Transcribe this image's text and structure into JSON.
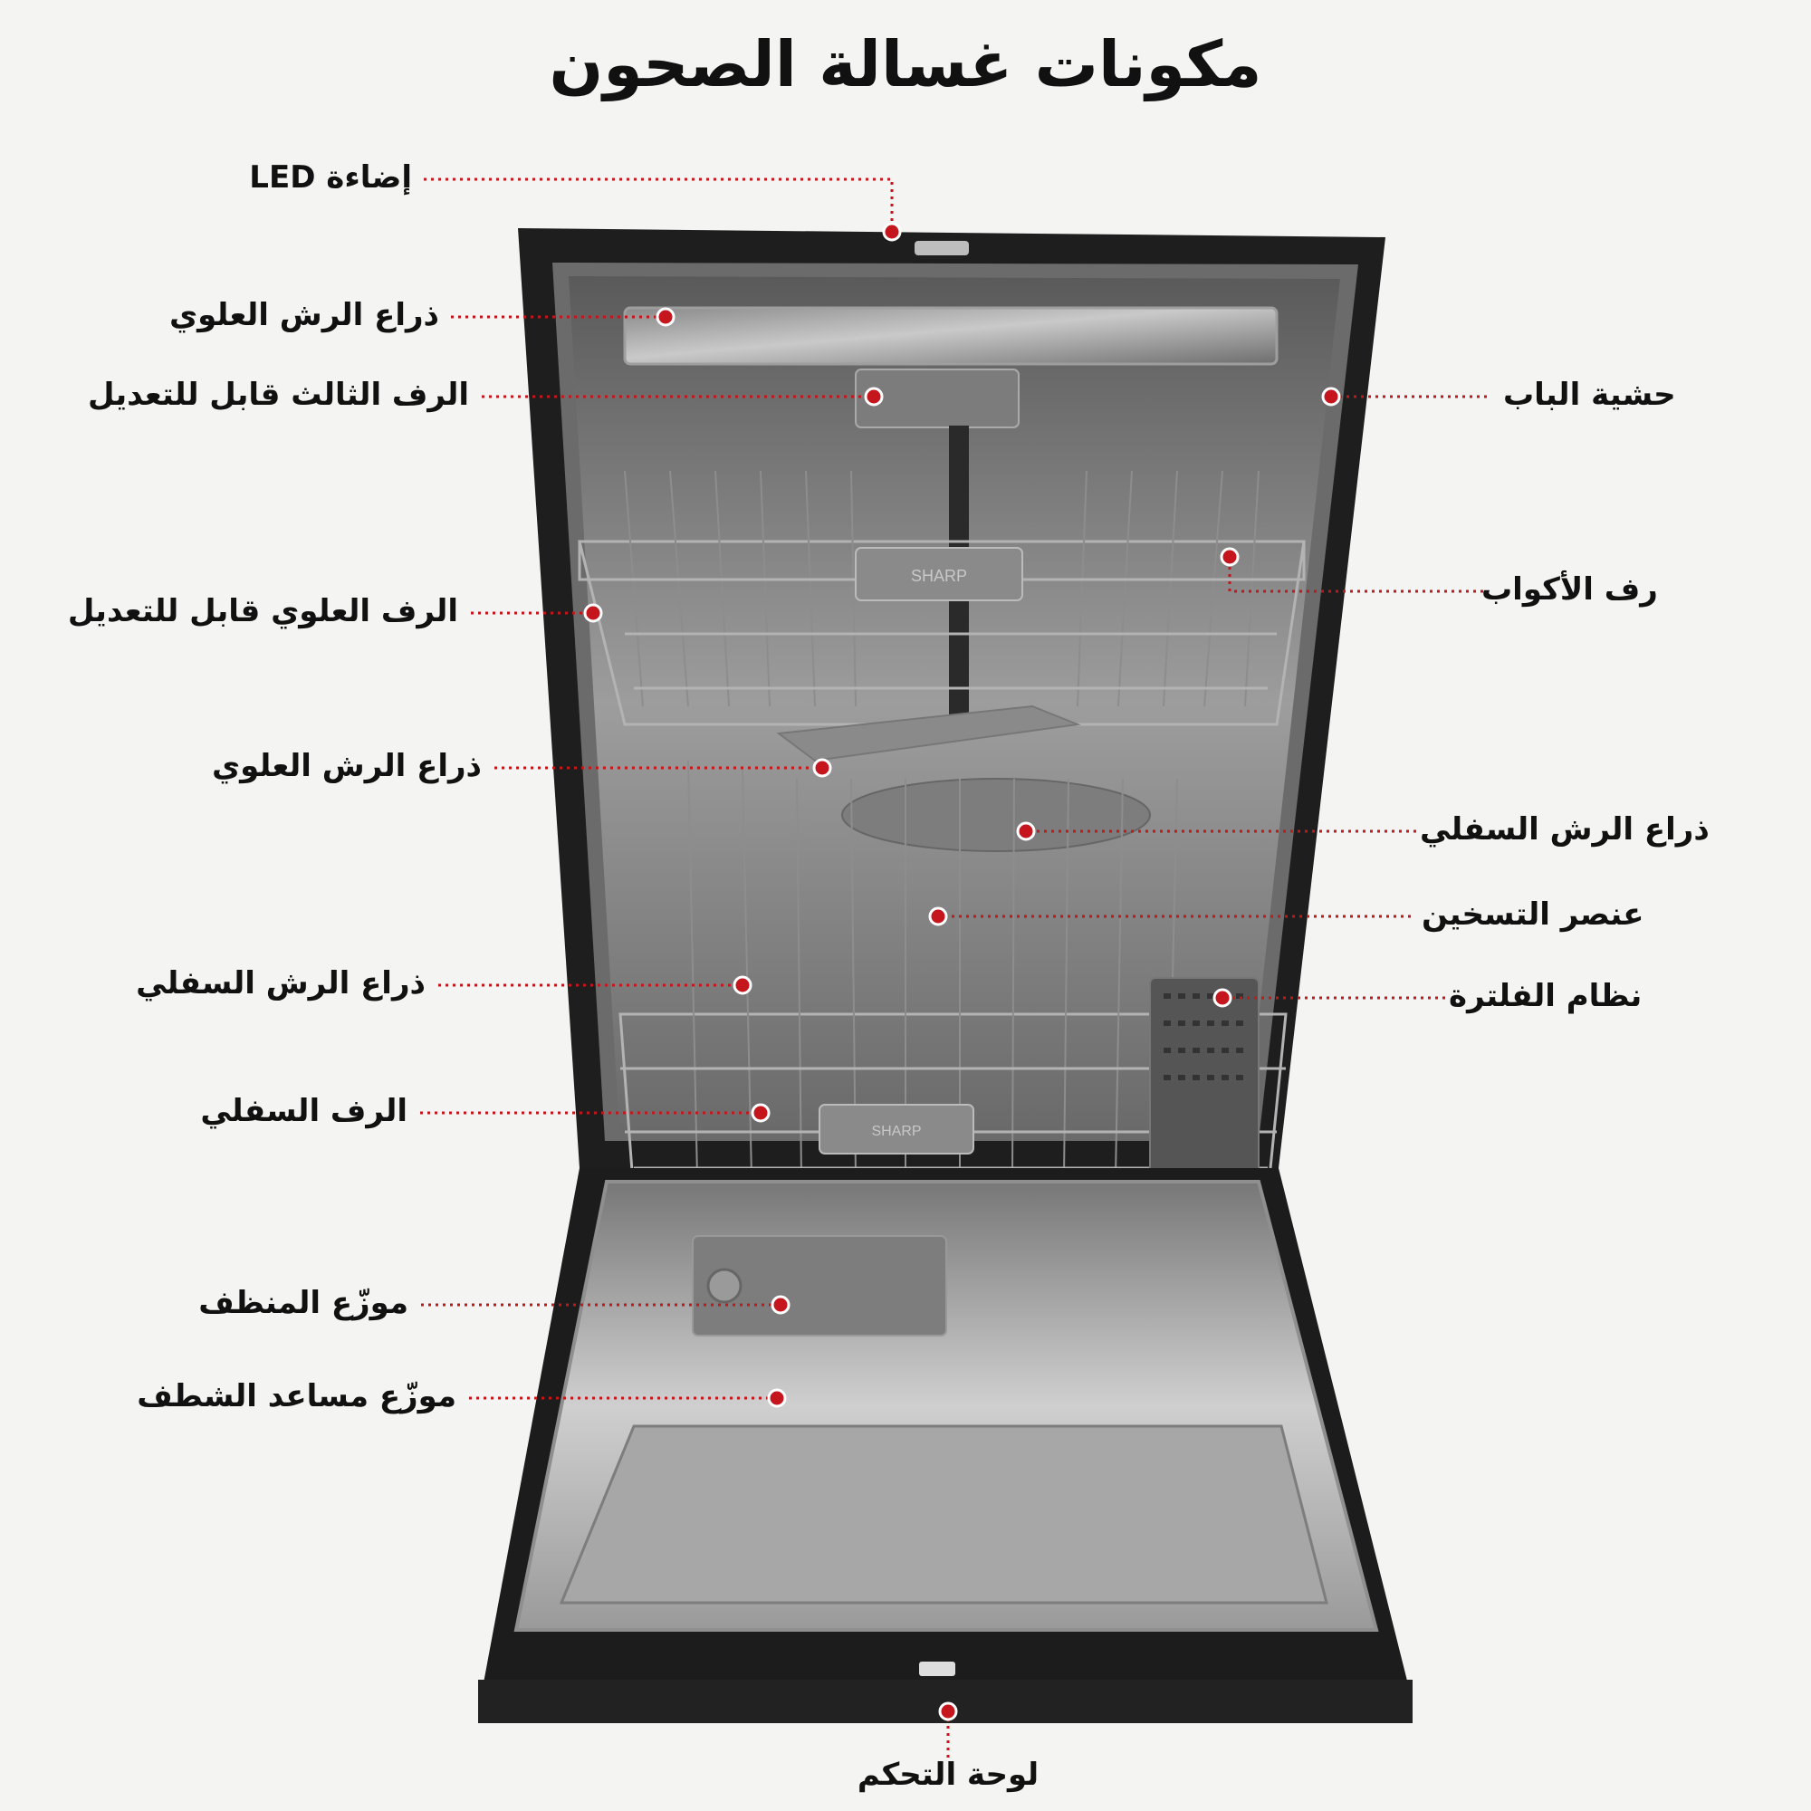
{
  "title": "مكونات غسالة الصحون",
  "brand": "SHARP",
  "colors": {
    "accent": "#c4161c",
    "steel": "#9a9a9a",
    "frame": "#1e1e1e"
  },
  "labels": {
    "led_light": "إضاءة LED",
    "upper_spray_arm_top": "ذراع الرش العلوي",
    "third_rack": "الرف الثالث قابل للتعديل",
    "upper_rack": "الرف العلوي قابل للتعديل",
    "upper_spray_arm_mid": "ذراع الرش العلوي",
    "lower_spray_arm_left": "ذراع الرش السفلي",
    "lower_rack": "الرف السفلي",
    "detergent_dispenser": "موزّع المنظف",
    "rinse_aid_dispenser": "موزّع مساعد الشطف",
    "control_panel": "لوحة التحكم",
    "door_gasket": "حشية الباب",
    "cup_rack": "رف الأكواب",
    "lower_spray_arm_right": "ذراع الرش السفلي",
    "heating_element": "عنصر التسخين",
    "filter_system": "نظام الفلترة"
  }
}
